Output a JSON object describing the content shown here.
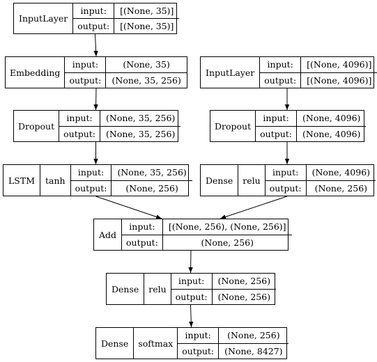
{
  "nodes": [
    {
      "id": "input1",
      "cells": [
        "InputLayer"
      ],
      "input_label": "input:",
      "output_label": "output:",
      "input": "[(None, 35)]",
      "output": "[(None, 35)]"
    },
    {
      "id": "embedding",
      "cells": [
        "Embedding"
      ],
      "input_label": "input:",
      "output_label": "output:",
      "input": "(None, 35)",
      "output": "(None, 35, 256)"
    },
    {
      "id": "input2",
      "cells": [
        "InputLayer"
      ],
      "input_label": "input:",
      "output_label": "output:",
      "input": "[(None, 4096)]",
      "output": "[(None, 4096)]"
    },
    {
      "id": "dropout1",
      "cells": [
        "Dropout"
      ],
      "input_label": "input:",
      "output_label": "output:",
      "input": "(None, 35, 256)",
      "output": "(None, 35, 256)"
    },
    {
      "id": "dropout2",
      "cells": [
        "Dropout"
      ],
      "input_label": "input:",
      "output_label": "output:",
      "input": "(None, 4096)",
      "output": "(None, 4096)"
    },
    {
      "id": "lstm",
      "cells": [
        "LSTM",
        "tanh"
      ],
      "input_label": "input:",
      "output_label": "output:",
      "input": "(None, 35, 256)",
      "output": "(None, 256)"
    },
    {
      "id": "dense1",
      "cells": [
        "Dense",
        "relu"
      ],
      "input_label": "input:",
      "output_label": "output:",
      "input": "(None, 4096)",
      "output": "(None, 256)"
    },
    {
      "id": "add",
      "cells": [
        "Add"
      ],
      "input_label": "input:",
      "output_label": "output:",
      "input": "[(None, 256), (None, 256)]",
      "output": "(None, 256)"
    },
    {
      "id": "dense2",
      "cells": [
        "Dense",
        "relu"
      ],
      "input_label": "input:",
      "output_label": "output:",
      "input": "(None, 256)",
      "output": "(None, 256)"
    },
    {
      "id": "dense3",
      "cells": [
        "Dense",
        "softmax"
      ],
      "input_label": "input:",
      "output_label": "output:",
      "input": "(None, 256)",
      "output": "(None, 8427)"
    }
  ],
  "edges": [
    [
      "input1",
      "embedding"
    ],
    [
      "embedding",
      "dropout1"
    ],
    [
      "dropout1",
      "lstm"
    ],
    [
      "input2",
      "dropout2"
    ],
    [
      "dropout2",
      "dense1"
    ],
    [
      "lstm",
      "add"
    ],
    [
      "dense1",
      "add"
    ],
    [
      "add",
      "dense2"
    ],
    [
      "dense2",
      "dense3"
    ]
  ]
}
